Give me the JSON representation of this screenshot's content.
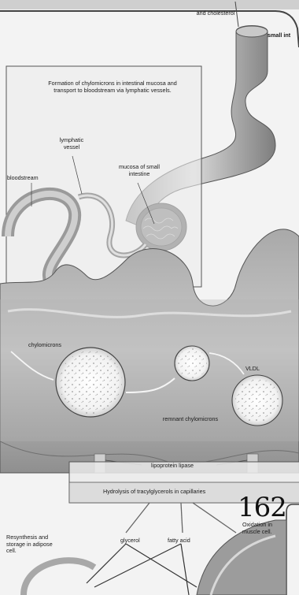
{
  "labels": {
    "top_cut_label": "and cholesterol",
    "small_intestine_cut": "small int",
    "inset_caption": "Formation of chylomicrons in intestinal mucosa and transport to bloodstream via lymphatic vessels.",
    "lymphatic_vessel": "lymphatic vessel",
    "bloodstream": "bloodstream",
    "mucosa": "mucosa of small intestine",
    "chylomicrons": "chylomicrons",
    "vldl": "VLDL",
    "remnant": "remnant chylomicrons",
    "lipase": "lipoprotein lipase",
    "hydrolysis": "Hydrolysis of tracylglycerols in capillaries",
    "glycerol": "glycerol",
    "fatty_acid": "fatty acid",
    "oxidation": "Oxidation in muscle cell.",
    "resynthesis": "Resynthesis and storage in adipose cell.",
    "page_number": "162"
  },
  "colors": {
    "background": "#f3f3f3",
    "vessel_fill": "#b9b9b9",
    "vessel_dark": "#8a8a8a",
    "frame": "#4a4a4a"
  }
}
